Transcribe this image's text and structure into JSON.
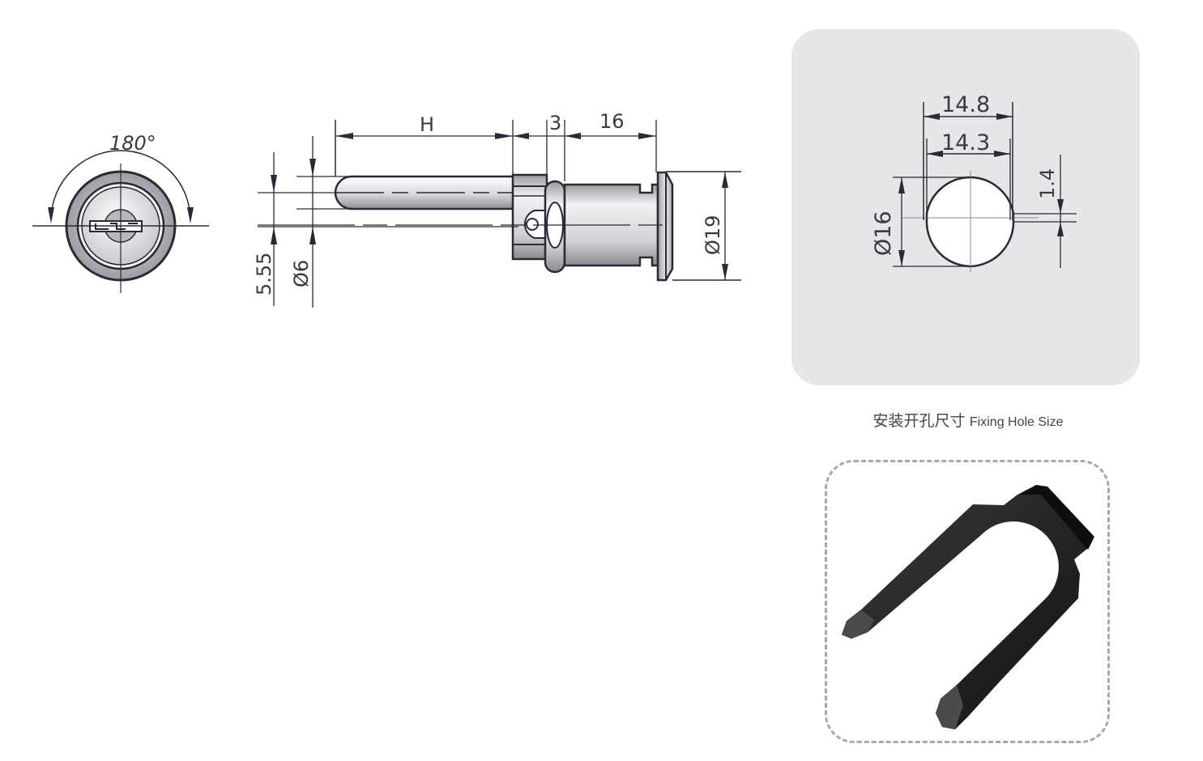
{
  "front_view": {
    "rotation_label": "180°"
  },
  "side_view": {
    "dimensions": {
      "length_label": "H",
      "collar_width": "3",
      "body_length": "16",
      "flange_diameter": "Ø19",
      "pin_offset": "5.55",
      "pin_diameter": "Ø6"
    }
  },
  "fixing_hole": {
    "dimensions": {
      "outer_width": "14.8",
      "inner_width": "14.3",
      "diameter": "Ø16",
      "flat_height": "1.4"
    },
    "caption_cn": "安装开孔尺寸",
    "caption_en": "Fixing Hole Size"
  },
  "accessory": {
    "name": "U-shaped spring clip",
    "color": "#1e1e1e"
  },
  "colors": {
    "line": "#2a2a36",
    "panel_bg": "#e6e6e8",
    "dashed_border": "#a8a8a8",
    "metal_light": "#f0f0f2",
    "metal_dark": "#9a9aa2"
  }
}
